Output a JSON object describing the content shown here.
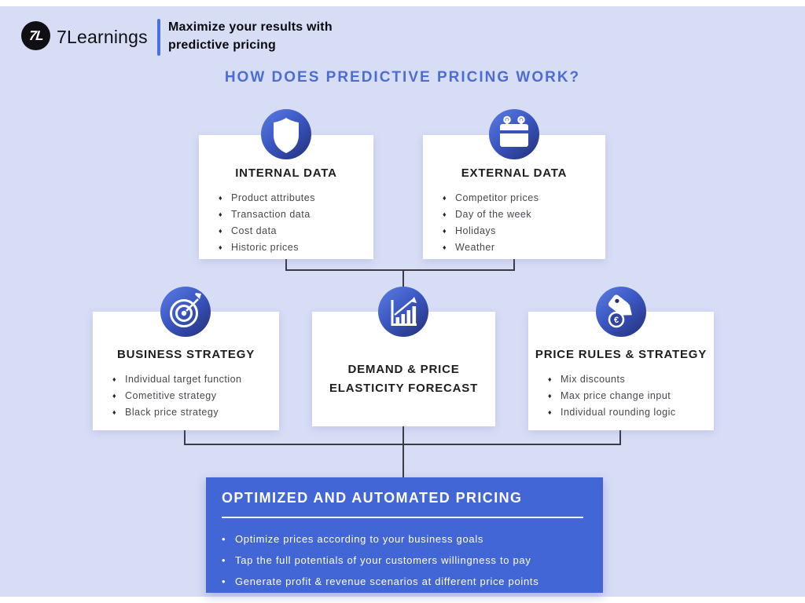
{
  "glyphs": {
    "bullet": "♦",
    "result_bullet": "•",
    "euro": "€"
  },
  "header": {
    "logo_monogram": "7L",
    "brand": "7Learnings",
    "tagline": "Maximize your results with predictive pricing"
  },
  "title": "HOW DOES PREDICTIVE PRICING WORK?",
  "cards": {
    "internal": {
      "title": "INTERNAL DATA",
      "icon": "shield-icon",
      "items": [
        "Product attributes",
        "Transaction data",
        "Cost data",
        "Historic prices"
      ]
    },
    "external": {
      "title": "EXTERNAL DATA",
      "icon": "calendar-icon",
      "items": [
        "Competitor prices",
        "Day of the week",
        "Holidays",
        "Weather"
      ]
    },
    "business": {
      "title": "BUSINESS STRATEGY",
      "icon": "target-icon",
      "items": [
        "Individual target function",
        "Cometitive strategy",
        "Black price strategy"
      ]
    },
    "demand": {
      "title": "DEMAND & PRICE ELASTICITY FORECAST",
      "icon": "bar-chart-icon",
      "items": []
    },
    "price_rules": {
      "title": "PRICE RULES & STRATEGY",
      "icon": "price-tags-icon",
      "items": [
        "Mix discounts",
        "Max price change input",
        "Individual rounding logic"
      ]
    }
  },
  "result": {
    "title": "OPTIMIZED AND AUTOMATED PRICING",
    "items": [
      "Optimize prices according to your business goals",
      "Tap the full potentials of your customers willingness to pay",
      "Generate profit & revenue scenarios at different price points"
    ]
  },
  "colors": {
    "background": "#d8ddf6",
    "page_margin": "#ffffff",
    "card": "#ffffff",
    "accent_blue": "#4c6ee3",
    "title_blue": "#4d6dd2",
    "result_box": "#4366d6",
    "icon_gradient_start": "#5d7ee2",
    "icon_gradient_end": "#232f78",
    "connector": "#3a3b45",
    "logo_black": "#101014",
    "heading_text": "#1d1d22",
    "body_text": "#47474f"
  }
}
